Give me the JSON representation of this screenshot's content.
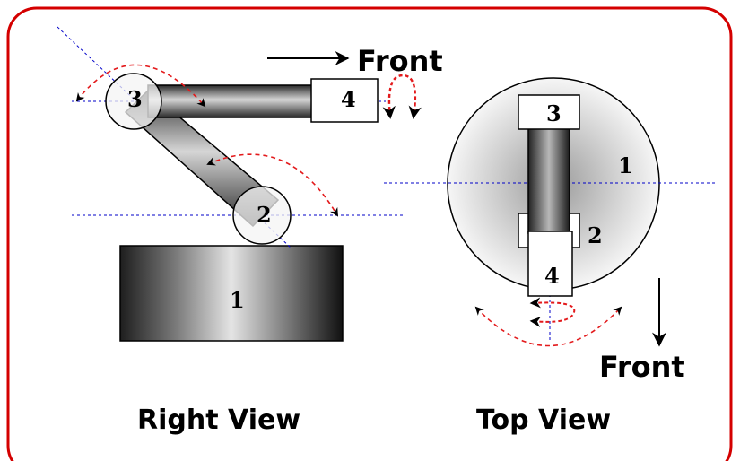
{
  "right_view": {
    "caption": "Right View",
    "front_label": "Front",
    "labels": {
      "base": "1",
      "joint2": "2",
      "joint3": "3",
      "gripper": "4"
    }
  },
  "top_view": {
    "caption": "Top View",
    "front_label": "Front",
    "labels": {
      "base": "1",
      "joint2": "2",
      "joint3": "3",
      "gripper": "4"
    }
  },
  "colors": {
    "frame_border": "#d40000",
    "rotation_arrow": "#e31a1c",
    "axis_line": "#0000c8",
    "metal_dark": "#1e1e1e",
    "metal_light": "#e0e0e0"
  }
}
